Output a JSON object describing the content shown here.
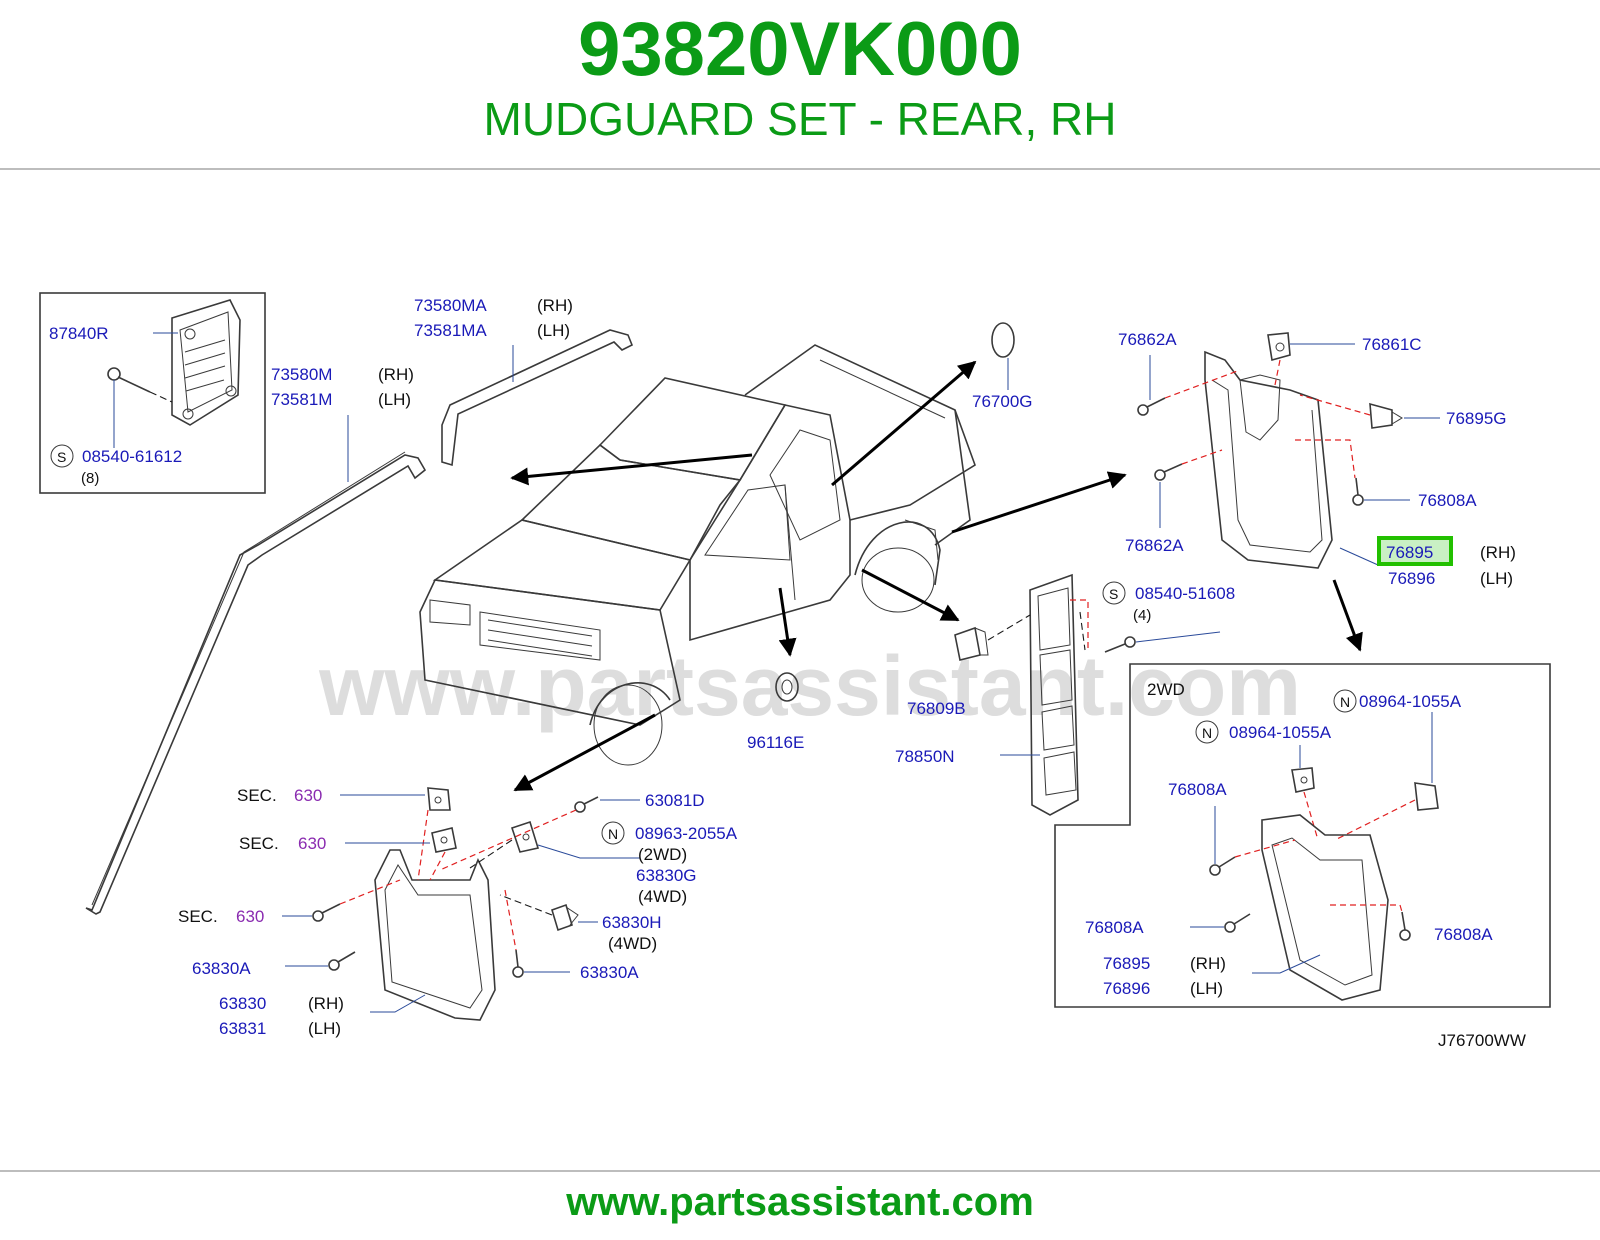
{
  "header": {
    "part_number": "93820VK000",
    "part_name": "MUDGUARD SET - REAR, RH"
  },
  "watermark": "www.partsassistant.com",
  "footer": {
    "url": "www.partsassistant.com"
  },
  "diagram_code": "J76700WW",
  "colors": {
    "brand_green": "#0b9b16",
    "label_blue": "#1a1ab8",
    "sec_purple": "#8a2bb0",
    "highlight": "#22c000"
  },
  "labels": {
    "p87840R": "87840R",
    "s": "S",
    "n": "N",
    "p08540_61612": "08540-61612",
    "q8": "(8)",
    "p73580MA": "73580MA",
    "p73581MA": "73581MA",
    "p73580M": "73580M",
    "p73581M": "73581M",
    "rh": "(RH)",
    "lh": "(LH)",
    "p76700G": "76700G",
    "p76862A": "76862A",
    "p76861C": "76861C",
    "p76895G": "76895G",
    "p76808A": "76808A",
    "p76895": "76895",
    "p76896": "76896",
    "p08540_51608": "08540-51608",
    "q4": "(4)",
    "p76809B": "76809B",
    "p78850N": "78850N",
    "p96116E": "96116E",
    "sec": "SEC.",
    "n630": "630",
    "p63081D": "63081D",
    "p08963_2055A": "08963-2055A",
    "w2wd": "(2WD)",
    "w4wd": "(4WD)",
    "p63830G": "63830G",
    "p63830H": "63830H",
    "p63830A": "63830A",
    "p63830": "63830",
    "p63831": "63831",
    "inset_2wd": "2WD",
    "p08964_1055A": "08964-1055A"
  }
}
